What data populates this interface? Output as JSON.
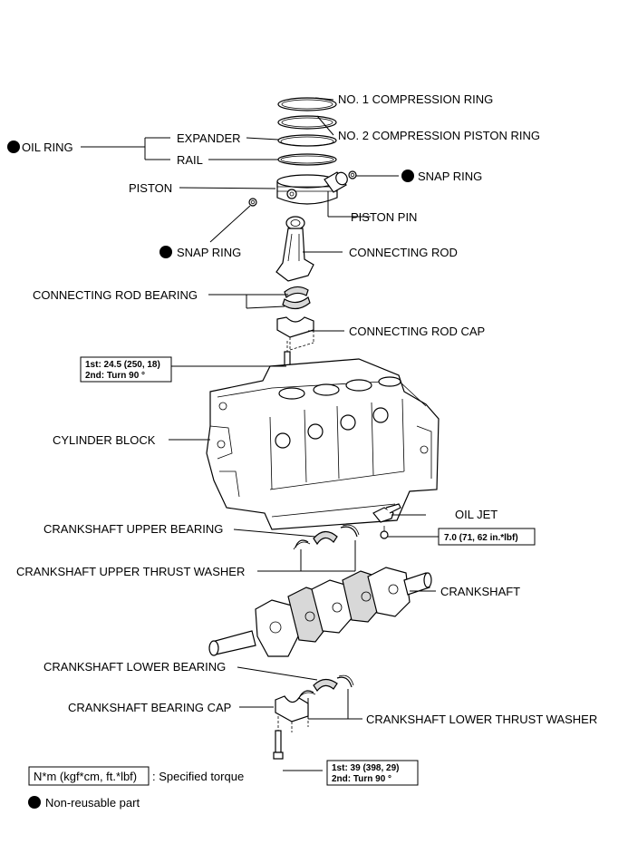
{
  "labels": {
    "no1_compression_ring": "NO. 1 COMPRESSION RING",
    "no2_compression_piston_ring": "NO. 2 COMPRESSION PISTON RING",
    "oil_ring": "OIL RING",
    "expander": "EXPANDER",
    "rail": "RAIL",
    "piston": "PISTON",
    "snap_ring_right": "SNAP RING",
    "piston_pin": "PISTON PIN",
    "snap_ring_left": "SNAP RING",
    "connecting_rod": "CONNECTING ROD",
    "connecting_rod_bearing": "CONNECTING ROD BEARING",
    "connecting_rod_cap": "CONNECTING ROD CAP",
    "cylinder_block": "CYLINDER BLOCK",
    "oil_jet": "OIL JET",
    "crankshaft_upper_bearing": "CRANKSHAFT UPPER BEARING",
    "crankshaft_upper_thrust_washer": "CRANKSHAFT UPPER THRUST WASHER",
    "crankshaft": "CRANKSHAFT",
    "crankshaft_lower_bearing": "CRANKSHAFT LOWER BEARING",
    "crankshaft_bearing_cap": "CRANKSHAFT BEARING CAP",
    "crankshaft_lower_thrust_washer": "CRANKSHAFT LOWER THRUST WASHER"
  },
  "torques": {
    "rod_cap_line1": "1st: 24.5 (250, 18)",
    "rod_cap_line2": "2nd: Turn 90 °",
    "oil_jet": "7.0 (71, 62 in.*lbf)",
    "bearing_cap_line1": "1st: 39 (398, 29)",
    "bearing_cap_line2": "2nd: Turn 90 °"
  },
  "legend": {
    "torque_unit": "N*m (kgf*cm, ft.*lbf)",
    "torque_text": ": Specified torque",
    "non_reusable": "Non-reusable part"
  },
  "colors": {
    "ink": "#000000",
    "shading": "#d8d8d8",
    "background": "#ffffff"
  }
}
